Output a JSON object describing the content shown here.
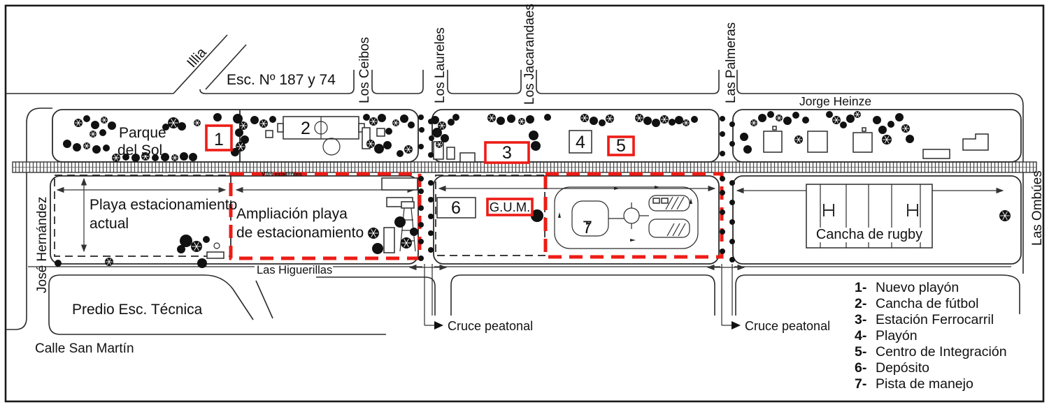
{
  "map": {
    "school_label": "Esc. Nº 187 y 74",
    "streets": {
      "illia": "Illia",
      "jorge_heinze": "Jorge Heinze",
      "los_ceibos": "Los Ceibos",
      "los_laureles": "Los Laureles",
      "los_jacarandaes": "Los Jacarandaes",
      "las_palmeras": "Las Palmeras",
      "jose_hernandez": "José Hernández",
      "las_ombues": "Las Ombúes",
      "las_higuerillas": "Las Higuerillas",
      "calle_san_martin": "Calle San Martín"
    },
    "areas": {
      "parque_line1": "Parque",
      "parque_line2": "del Sol",
      "playa_line1": "Playa estacionamiento",
      "playa_line2": "actual",
      "ampliacion_line1": "Ampliación playa",
      "ampliacion_line2": "de estacionamiento",
      "predio": "Predio Esc. Técnica",
      "cancha_rugby": "Cancha de rugby",
      "gum": "G.U.M.",
      "vias": "Vías existentes"
    },
    "markers": {
      "m1": "1",
      "m2": "2",
      "m3": "3",
      "m4": "4",
      "m5": "5",
      "m6": "6",
      "m7": "7"
    },
    "crossings": {
      "cruce1": "Cruce peatonal",
      "cruce2": "Cruce peatonal"
    }
  },
  "legend": {
    "items": [
      {
        "num": "1-",
        "label": "Nuevo playón"
      },
      {
        "num": "2-",
        "label": "Cancha de fútbol"
      },
      {
        "num": "3-",
        "label": "Estación Ferrocarril"
      },
      {
        "num": "4-",
        "label": "Playón"
      },
      {
        "num": "5-",
        "label": "Centro de Integración"
      },
      {
        "num": "6-",
        "label": "Depósito"
      },
      {
        "num": "7-",
        "label": "Pista de manejo"
      }
    ]
  },
  "colors": {
    "highlight_red": "#ed1c16",
    "line_dark": "#2b2b2b"
  },
  "map_art": {
    "trees": [
      [
        112,
        176,
        6
      ],
      [
        124,
        170,
        5
      ],
      [
        136,
        179,
        6
      ],
      [
        149,
        172,
        5
      ],
      [
        160,
        180,
        6
      ],
      [
        147,
        190,
        5
      ],
      [
        133,
        192,
        5
      ],
      [
        96,
        206,
        6
      ],
      [
        110,
        211,
        6
      ],
      [
        124,
        209,
        5
      ],
      [
        138,
        214,
        6
      ],
      [
        152,
        212,
        5
      ],
      [
        166,
        226,
        6
      ],
      [
        180,
        225,
        5
      ],
      [
        194,
        226,
        6
      ],
      [
        208,
        224,
        6
      ],
      [
        222,
        226,
        5
      ],
      [
        236,
        225,
        6
      ],
      [
        250,
        226,
        5
      ],
      [
        263,
        224,
        6
      ],
      [
        276,
        225,
        6
      ],
      [
        248,
        176,
        8
      ],
      [
        260,
        181,
        6
      ],
      [
        237,
        182,
        5
      ],
      [
        282,
        176,
        5
      ],
      [
        311,
        168,
        6
      ],
      [
        340,
        170,
        7
      ],
      [
        348,
        180,
        6
      ],
      [
        342,
        190,
        6
      ],
      [
        350,
        200,
        6
      ],
      [
        344,
        210,
        7
      ],
      [
        336,
        218,
        6
      ],
      [
        364,
        172,
        6
      ],
      [
        377,
        177,
        6
      ],
      [
        390,
        171,
        5
      ],
      [
        524,
        168,
        5
      ],
      [
        534,
        174,
        6
      ],
      [
        546,
        169,
        6
      ],
      [
        556,
        188,
        5
      ],
      [
        530,
        206,
        6
      ],
      [
        542,
        213,
        7
      ],
      [
        554,
        208,
        6
      ],
      [
        566,
        176,
        5
      ],
      [
        578,
        170,
        6
      ],
      [
        588,
        179,
        5
      ],
      [
        584,
        214,
        6
      ],
      [
        572,
        220,
        5
      ],
      [
        622,
        172,
        6
      ],
      [
        632,
        180,
        6
      ],
      [
        625,
        190,
        7
      ],
      [
        636,
        198,
        6
      ],
      [
        628,
        207,
        5
      ],
      [
        645,
        175,
        5
      ],
      [
        652,
        168,
        5
      ],
      [
        703,
        169,
        6
      ],
      [
        716,
        173,
        6
      ],
      [
        731,
        170,
        6
      ],
      [
        746,
        174,
        5
      ],
      [
        758,
        171,
        6
      ],
      [
        783,
        168,
        5
      ],
      [
        836,
        169,
        6
      ],
      [
        849,
        173,
        6
      ],
      [
        861,
        176,
        5
      ],
      [
        872,
        170,
        6
      ],
      [
        763,
        194,
        7
      ],
      [
        766,
        209,
        7
      ],
      [
        914,
        169,
        6
      ],
      [
        926,
        173,
        6
      ],
      [
        938,
        176,
        6
      ],
      [
        950,
        171,
        6
      ],
      [
        961,
        175,
        5
      ],
      [
        971,
        172,
        6
      ],
      [
        981,
        176,
        5
      ],
      [
        993,
        171,
        5
      ],
      [
        602,
        168,
        4
      ],
      [
        616,
        174,
        4
      ],
      [
        603,
        186,
        4
      ],
      [
        617,
        198,
        4
      ],
      [
        602,
        210,
        4
      ],
      [
        616,
        222,
        4
      ],
      [
        1033,
        170,
        4
      ],
      [
        1047,
        178,
        4
      ],
      [
        1033,
        192,
        4
      ],
      [
        1047,
        206,
        4
      ],
      [
        1033,
        220,
        4
      ],
      [
        1064,
        196,
        6
      ],
      [
        1069,
        214,
        6
      ],
      [
        1078,
        176,
        5
      ],
      [
        1090,
        169,
        6
      ],
      [
        1102,
        164,
        5
      ],
      [
        1114,
        169,
        5
      ],
      [
        1126,
        173,
        6
      ],
      [
        1138,
        165,
        5
      ],
      [
        1142,
        200,
        6
      ],
      [
        1152,
        172,
        5
      ],
      [
        1186,
        164,
        5
      ],
      [
        1196,
        172,
        6
      ],
      [
        1206,
        179,
        5
      ],
      [
        1216,
        170,
        6
      ],
      [
        1226,
        164,
        5
      ],
      [
        1254,
        172,
        6
      ],
      [
        1262,
        186,
        6
      ],
      [
        1268,
        200,
        7
      ],
      [
        1274,
        178,
        5
      ],
      [
        1286,
        168,
        6
      ],
      [
        1295,
        184,
        6
      ],
      [
        1301,
        199,
        6
      ],
      [
        602,
        256,
        4
      ],
      [
        616,
        262,
        4
      ],
      [
        602,
        274,
        4
      ],
      [
        616,
        286,
        4
      ],
      [
        602,
        298,
        4
      ],
      [
        616,
        310,
        4
      ],
      [
        602,
        322,
        4
      ],
      [
        616,
        334,
        4
      ],
      [
        602,
        346,
        4
      ],
      [
        616,
        358,
        4
      ],
      [
        602,
        370,
        4
      ],
      [
        1033,
        256,
        4
      ],
      [
        1047,
        262,
        4
      ],
      [
        1033,
        276,
        4
      ],
      [
        1047,
        290,
        4
      ],
      [
        1033,
        304,
        4
      ],
      [
        1047,
        318,
        4
      ],
      [
        1033,
        332,
        4
      ],
      [
        1047,
        346,
        4
      ],
      [
        1033,
        360,
        4
      ],
      [
        1047,
        372,
        4
      ],
      [
        83,
        377,
        5
      ],
      [
        156,
        375,
        6
      ],
      [
        289,
        377,
        7
      ],
      [
        266,
        345,
        9
      ],
      [
        281,
        353,
        8
      ],
      [
        259,
        357,
        6
      ],
      [
        295,
        343,
        5
      ],
      [
        534,
        334,
        8
      ],
      [
        540,
        356,
        8
      ],
      [
        572,
        318,
        8
      ],
      [
        581,
        348,
        8
      ],
      [
        592,
        332,
        6
      ],
      [
        768,
        309,
        9
      ],
      [
        1437,
        309,
        8
      ]
    ]
  }
}
